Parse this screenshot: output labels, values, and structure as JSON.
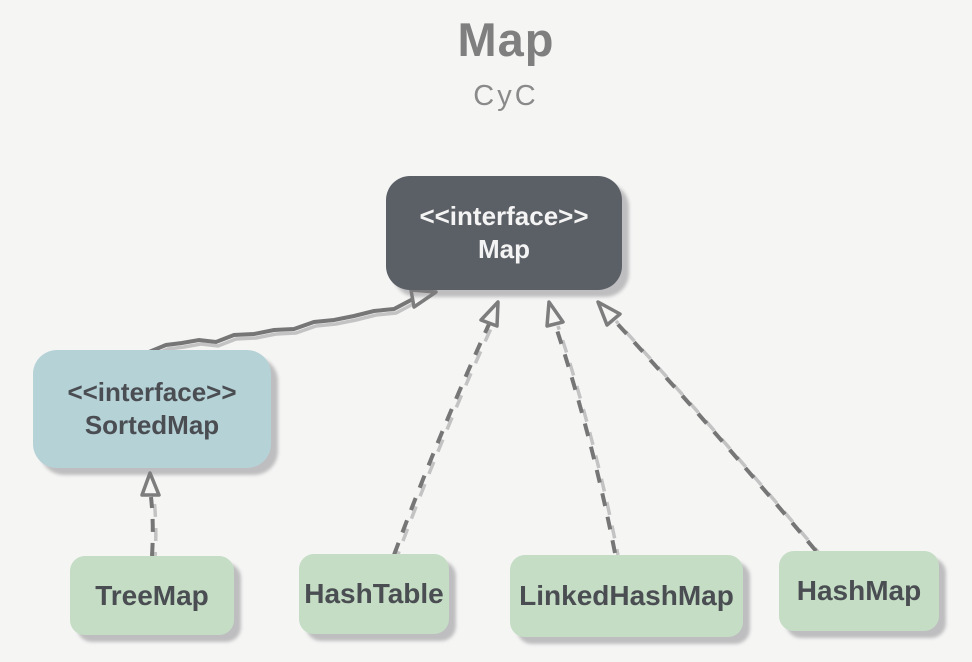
{
  "header": {
    "title": "Map",
    "subtitle": "CyC"
  },
  "nodes": [
    {
      "id": "map",
      "stereotype": "<<interface>>",
      "label": "Map",
      "kind": "interface"
    },
    {
      "id": "sortedmap",
      "stereotype": "<<interface>>",
      "label": "SortedMap",
      "kind": "interface"
    },
    {
      "id": "treemap",
      "label": "TreeMap",
      "kind": "class"
    },
    {
      "id": "hashtable",
      "label": "HashTable",
      "kind": "class"
    },
    {
      "id": "linkedhashmap",
      "label": "LinkedHashMap",
      "kind": "class"
    },
    {
      "id": "hashmap",
      "label": "HashMap",
      "kind": "class"
    }
  ],
  "edges": [
    {
      "from": "SortedMap",
      "to": "Map",
      "style": "solid",
      "arrow": "open-triangle"
    },
    {
      "from": "TreeMap",
      "to": "SortedMap",
      "style": "dashed",
      "arrow": "open-triangle"
    },
    {
      "from": "HashTable",
      "to": "Map",
      "style": "dashed",
      "arrow": "open-triangle"
    },
    {
      "from": "LinkedHashMap",
      "to": "Map",
      "style": "dashed",
      "arrow": "open-triangle"
    },
    {
      "from": "HashMap",
      "to": "Map",
      "style": "dashed",
      "arrow": "open-triangle"
    }
  ],
  "colors": {
    "background": "#f5f5f4",
    "interface_box": "#5b5f66",
    "interface_box_text": "#f4f4f4",
    "sortedmap_box": "#b5d2d7",
    "class_box": "#c4ddc4",
    "box_text_dark": "#4a4d52",
    "title_text": "#7f7f7f",
    "subtitle_text": "#8a8a8a",
    "edge_dark": "#767676",
    "edge_light": "#c3c3c3"
  }
}
